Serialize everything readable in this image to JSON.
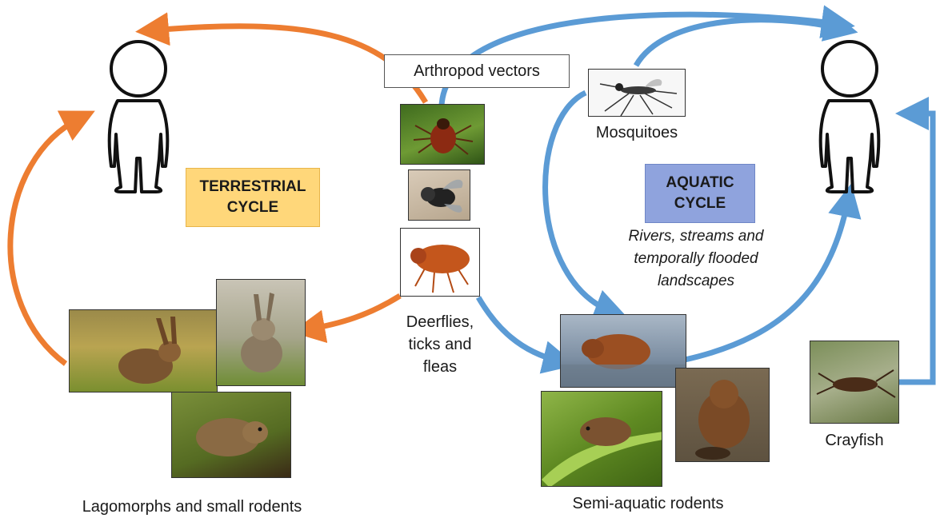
{
  "labels": {
    "vectors": "Arthropod vectors",
    "mosquitoes": "Mosquitoes",
    "deerflies_line1": "Deerflies,",
    "deerflies_line2": "ticks and",
    "deerflies_line3": "fleas",
    "terrestrial_line1": "TERRESTRIAL",
    "terrestrial_line2": "CYCLE",
    "aquatic_line1": "AQUATIC",
    "aquatic_line2": "CYCLE",
    "aquatic_desc_line1": "Rivers, streams and",
    "aquatic_desc_line2": "temporally flooded",
    "aquatic_desc_line3": "landscapes",
    "lagomorphs": "Lagomorphs and small rodents",
    "semi_aquatic": "Semi-aquatic rodents",
    "crayfish": "Crayfish"
  },
  "colors": {
    "terrestrial_arrow": "#ed7d31",
    "aquatic_arrow": "#5b9bd5",
    "terrestrial_box": "#ffd77a",
    "aquatic_box": "#8fa3dd"
  },
  "icons": [
    "human-figure-icon",
    "tick-photo",
    "deerfly-photo",
    "flea-photo",
    "mosquito-photo",
    "hare-photo",
    "rabbit-photo",
    "vole-photo",
    "muskrat-photo",
    "water-vole-photo",
    "beaver-photo",
    "crayfish-photo"
  ]
}
